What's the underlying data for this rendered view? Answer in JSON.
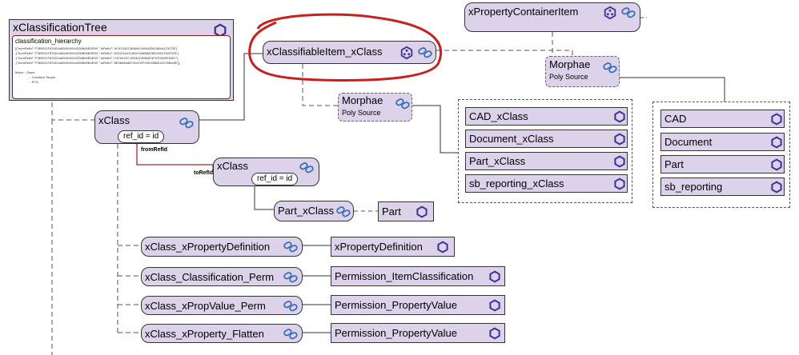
{
  "tree": {
    "title": "xClassificationTree",
    "property": "classification_hierarchy",
    "lines": [
      "[{\"fromRefId\":\"F3BE5CF876D44826815944326B69B3E59\",\"toRefId\":\"AC91D81CB86943404A0261565A123C7B\"}",
      ",{\"fromRefId\":\"F3BE5CF876D44826815944326B69B3E59\",\"toRefId\":\"DD3191401469C496BB878D29D075220F5\"}",
      ",{\"fromRefId\":\"F3BE5CF876D44826815944326B69B3E59\",\"toRefId\":\"C57841EC1E644CEB83E3F87D92EE5087\"}",
      ",{\"fromRefId\":\"F3BE5CF876D44826815944326B69B3E59\",\"toRefId\":\"8E58068AB73047DF93919B6B13C39B94B\"}]"
    ],
    "hierarchy": [
      "Motor -- Band",
      "-- Constant Torque",
      "-- PCS"
    ]
  },
  "nodes": {
    "classifiable": "xClassifiableItem_xClass",
    "container": "xPropertyContainerItem",
    "morphae_top": "Morphae",
    "morphae_top_sub": "Poly Source",
    "morphae_mid": "Morphae",
    "morphae_mid_sub": "Poly Source",
    "xclass_main": "xClass",
    "xclass_main_id": "ref_id = id",
    "xclass_child": "xClass",
    "xclass_child_id": "ref_id = id",
    "part_xclass": "Part_xClass",
    "part": "Part",
    "prop_def": "xClass_xPropertyDefinition",
    "prop_def_target": "xPropertyDefinition",
    "class_perm": "xClass_Classification_Perm",
    "class_perm_target": "Permission_ItemClassification",
    "propvalue_perm": "xClass_xPropValue_Perm",
    "propvalue_perm_target": "Permission_PropertyValue",
    "prop_flatten": "xClass_xProperty_Flatten",
    "prop_flatten_target": "Permission_PropertyValue"
  },
  "edges": {
    "from_ref": "fromRefId",
    "to_ref": "toRefId"
  },
  "group_xclass": [
    "CAD_xClass",
    "Document_xClass",
    "Part_xClass",
    "sb_reporting_xClass"
  ],
  "group_items": [
    "CAD",
    "Document",
    "Part",
    "sb_reporting"
  ],
  "colors": {
    "node_fill": "#dcd3ea",
    "icon_hex": "#3f2f96",
    "link_icon": "#3c6fb5",
    "highlight": "#c8201e",
    "relation_line": "#a52a2a"
  },
  "icons": [
    "hexagon-icon",
    "poly-hexagon-icon",
    "link-chain-icon"
  ]
}
